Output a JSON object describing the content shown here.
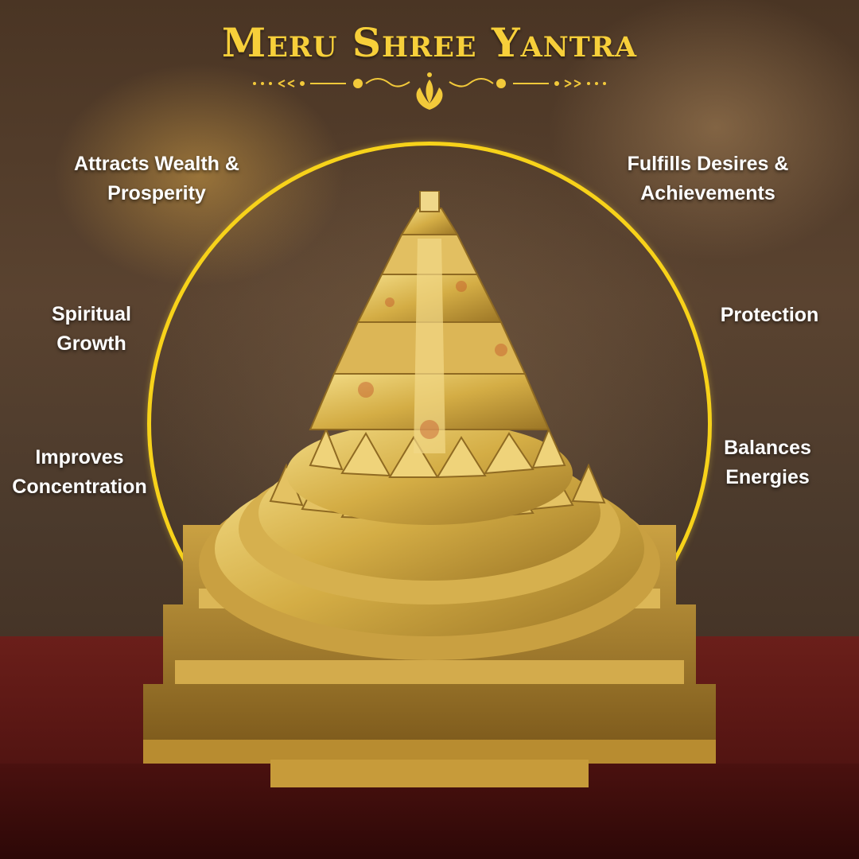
{
  "title": "Meru Shree Yantra",
  "benefits": {
    "wealth": {
      "line1": "Attracts Wealth &",
      "line2": "Prosperity"
    },
    "desires": {
      "line1": "Fulfills Desires &",
      "line2": "Achievements"
    },
    "spiritual": {
      "line1": "Spiritual",
      "line2": "Growth"
    },
    "protection": {
      "line1": "Protection"
    },
    "concentration": {
      "line1": "Improves",
      "line2": "Concentration"
    },
    "energies": {
      "line1": "Balances",
      "line2": "Energies"
    }
  },
  "colors": {
    "title_gold": "#f7cf3a",
    "halo_yellow": "#f7d21a",
    "brass": "#d9b54a",
    "table_red": "#5a1714"
  },
  "icons": [
    "decorative-divider-icon",
    "lotus-icon"
  ]
}
